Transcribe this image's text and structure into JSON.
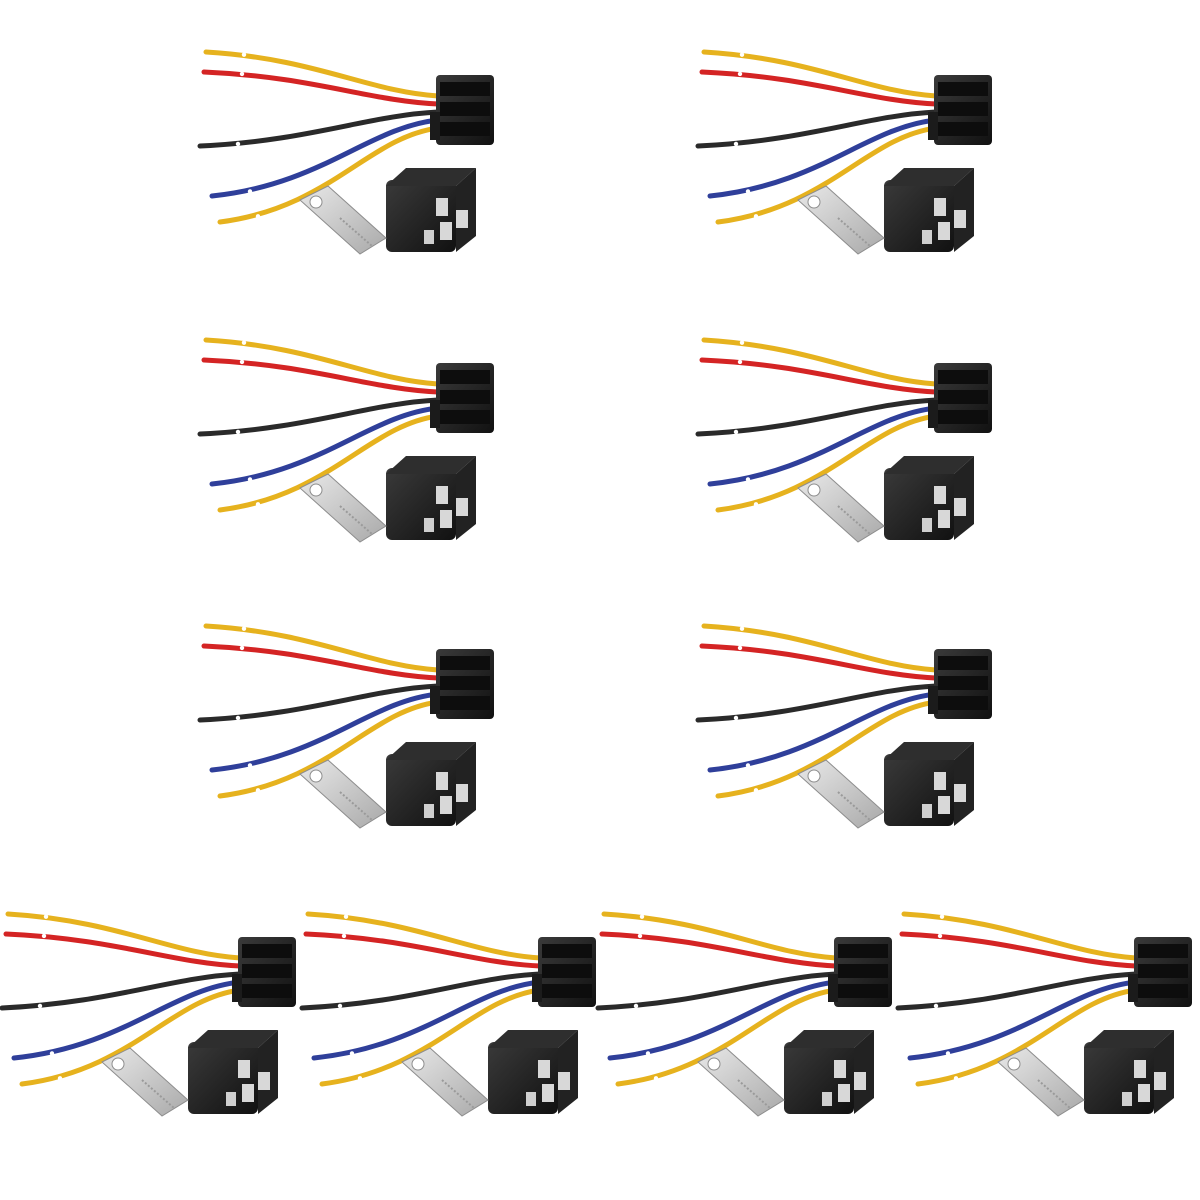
{
  "product": {
    "kit_count": 10,
    "kit_contents": [
      "wiring-harness-socket",
      "relay",
      "mounting-bracket"
    ],
    "wire_colors": {
      "yellow": "#e6b21e",
      "red": "#d42424",
      "black": "#2a2a2a",
      "blue": "#2f3f9a"
    },
    "wire_order": [
      "yellow",
      "red",
      "black",
      "blue",
      "yellow"
    ],
    "housing_color": "#1b1b1b",
    "bracket_color": "#cfcfcf",
    "background_color": "#ffffff"
  }
}
